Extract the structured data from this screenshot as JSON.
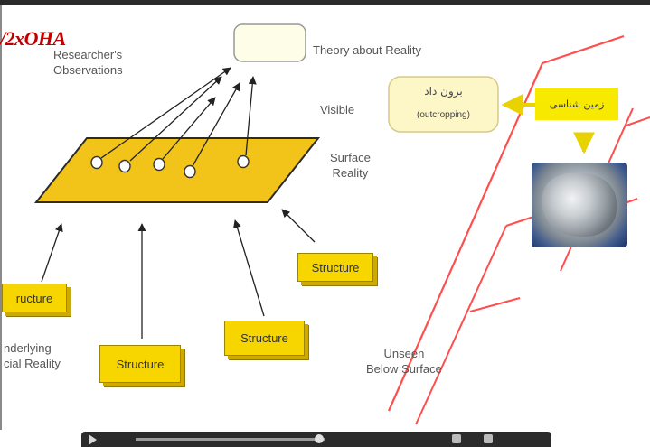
{
  "watermark": {
    "text": "/2xOHA"
  },
  "labels": {
    "researchers_observations": "Researcher's\nObservations",
    "theory_about_reality": "Theory about Reality",
    "visible": "Visible",
    "surface_reality": "Surface\nReality",
    "underlying_reality": "nderlying\ncial Reality",
    "unseen_below_surface": "Unseen\nBelow Surface"
  },
  "structures": [
    {
      "label": "ructure"
    },
    {
      "label": "Structure"
    },
    {
      "label": "Structure"
    },
    {
      "label": "Structure"
    }
  ],
  "persian_box": {
    "title": "برون داد",
    "subtitle": "(outcropping)"
  },
  "geology_box": {
    "label": "زمین شناسی"
  },
  "colors": {
    "plane_fill": "#f2c318",
    "box_yellow": "#f7d600",
    "persian_box_fill": "#fdf7c8",
    "watermark_red": "#c00000"
  }
}
